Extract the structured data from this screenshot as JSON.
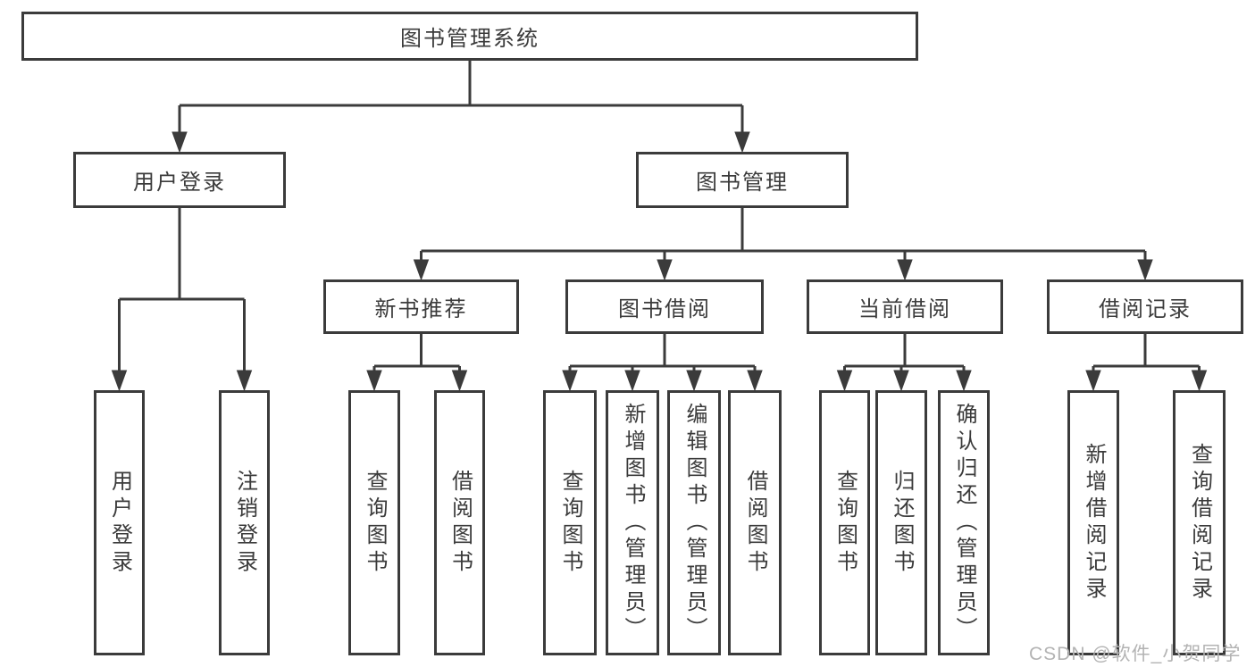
{
  "diagram": {
    "root": {
      "label": "图书管理系统"
    },
    "branches": [
      {
        "label": "用户登录",
        "children": [
          {
            "label": "用户登录"
          },
          {
            "label": "注销登录"
          }
        ]
      },
      {
        "label": "图书管理",
        "children": [
          {
            "label": "新书推荐",
            "children": [
              {
                "label": "查询图书"
              },
              {
                "label": "借阅图书"
              }
            ]
          },
          {
            "label": "图书借阅",
            "children": [
              {
                "label": "查询图书"
              },
              {
                "label": "新增图书（管理员）"
              },
              {
                "label": "编辑图书（管理员）"
              },
              {
                "label": "借阅图书"
              }
            ]
          },
          {
            "label": "当前借阅",
            "children": [
              {
                "label": "查询图书"
              },
              {
                "label": "归还图书"
              },
              {
                "label": "确认归还（管理员）"
              }
            ]
          },
          {
            "label": "借阅记录",
            "children": [
              {
                "label": "新增借阅记录"
              },
              {
                "label": "查询借阅记录"
              }
            ]
          }
        ]
      }
    ]
  },
  "watermark": {
    "text": "CSDN @软件_小贺同学"
  },
  "colors": {
    "line": "#3b3b3b",
    "text": "#3b3b3b",
    "watermark": "#b3b3b3",
    "background": "#ffffff"
  }
}
